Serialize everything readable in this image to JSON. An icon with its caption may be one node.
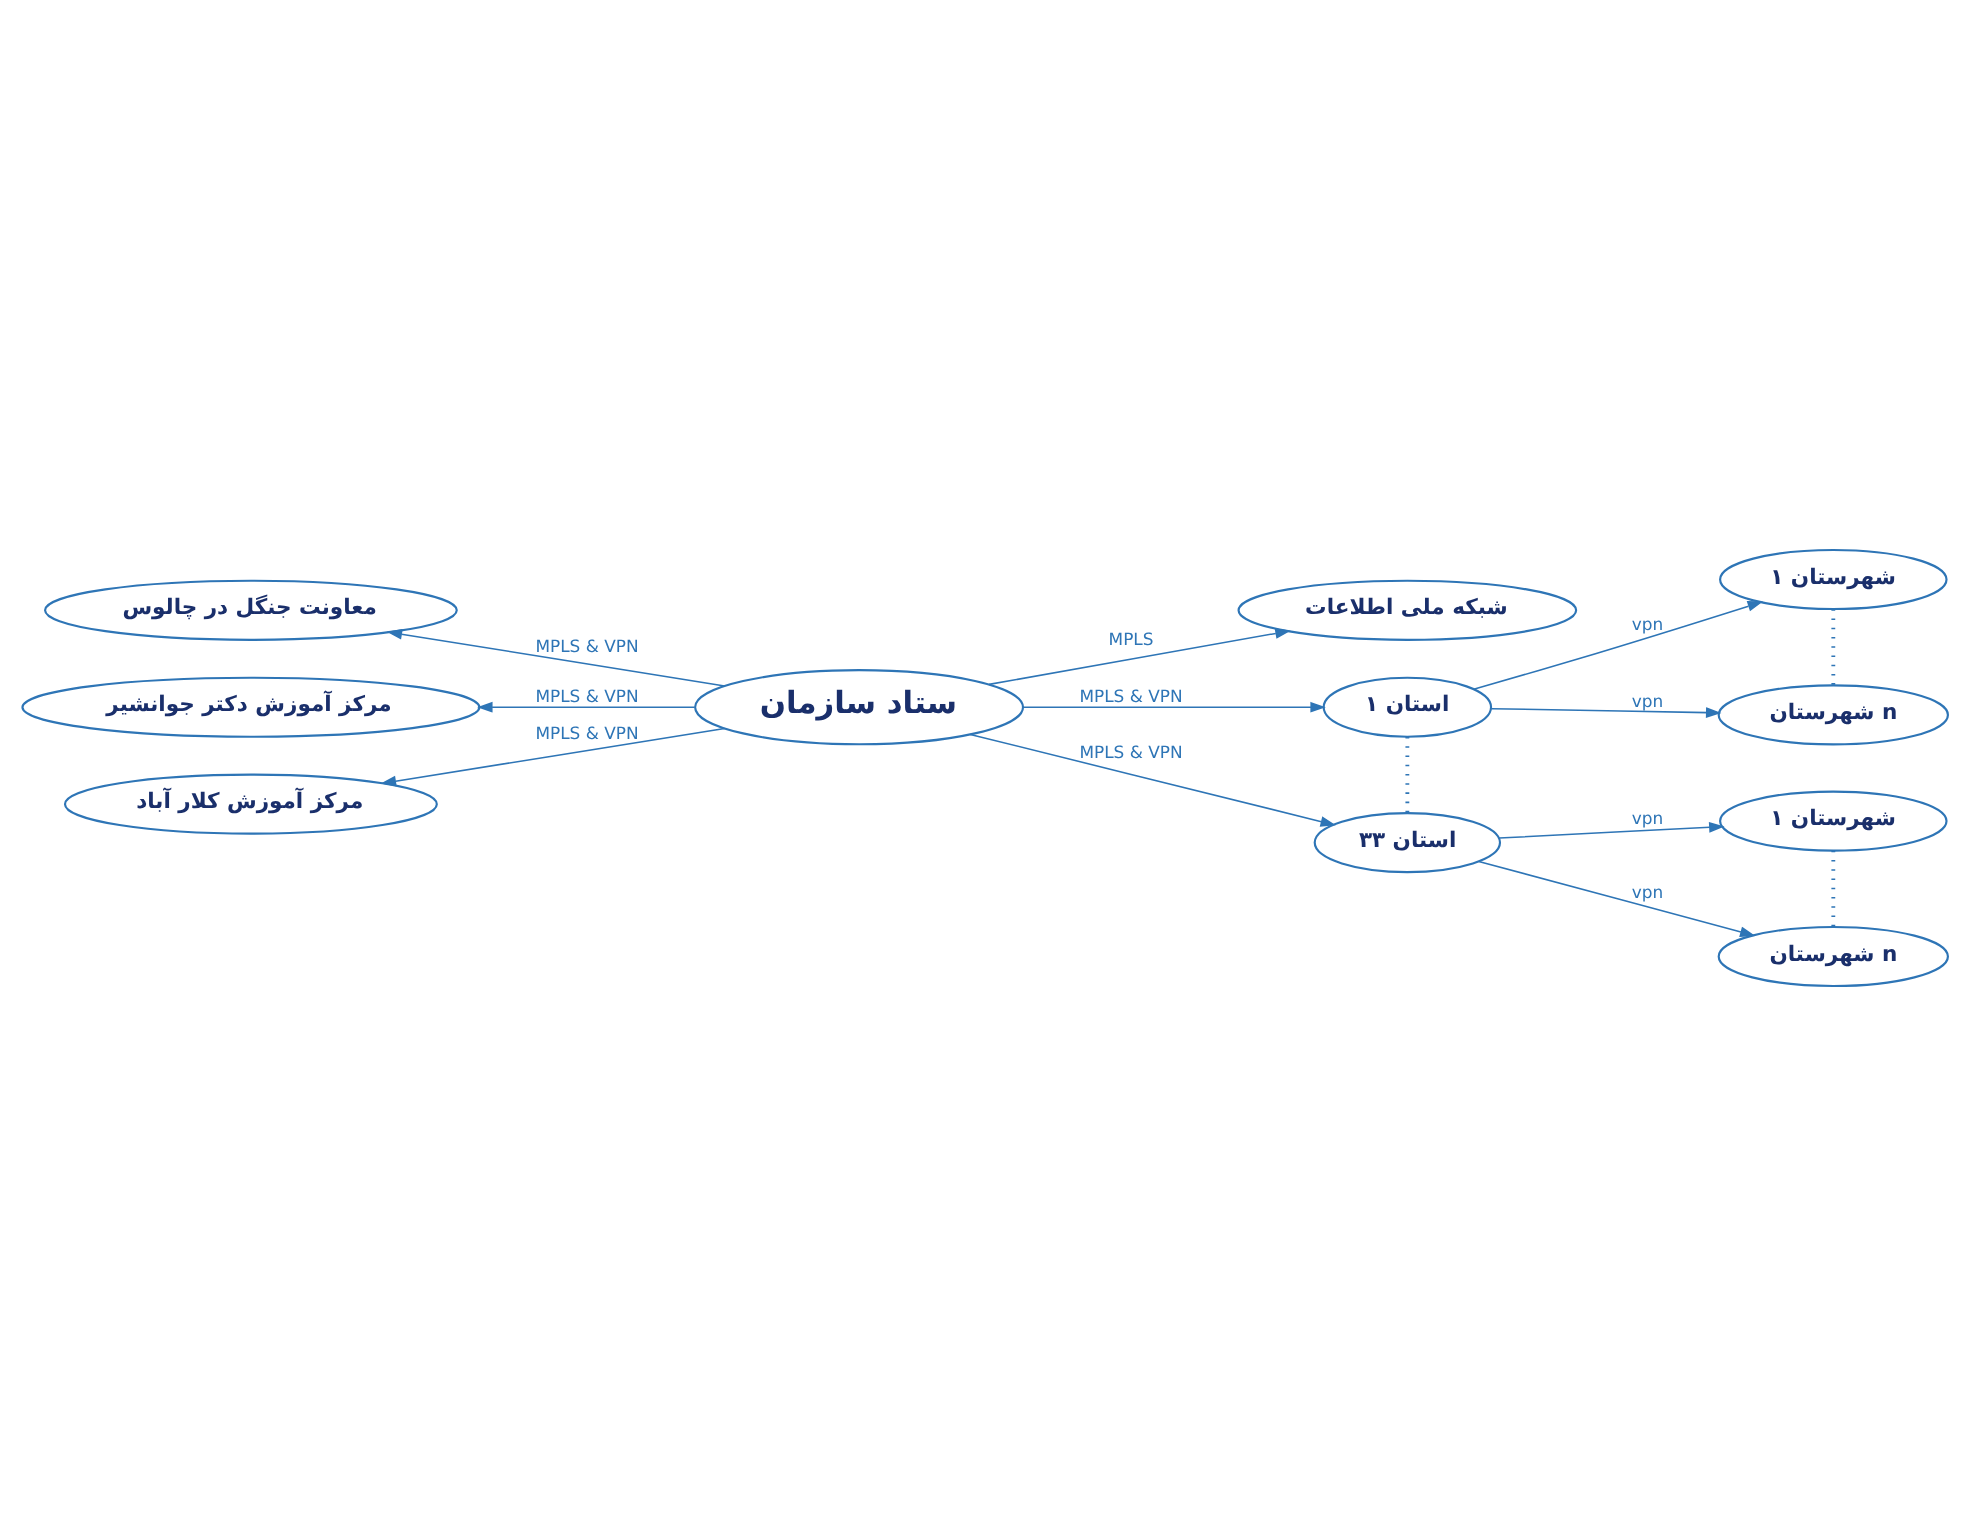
{
  "diagram": {
    "nodes": [
      {
        "text": [
          "شبکه ملی اطلاعات"
        ]
      },
      {
        "text": [
          "شهرستان ۱"
        ]
      },
      {
        "text": [
          "استان ۱"
        ]
      },
      {
        "text": [
          "معاونت جنگل در چالوس"
        ]
      },
      {
        "text": [
          "شهرستان n"
        ]
      },
      {
        "text": [
          "مرکز آموزش دکتر جوانشیر"
        ]
      },
      {
        "text": [
          "ستاد سازمان"
        ]
      },
      {
        "text": [
          "شهرستان ۱"
        ]
      },
      {
        "text": [
          "مرکز آموزش کلار آباد"
        ]
      },
      {
        "text": [
          "استان ۳۳"
        ]
      },
      {
        "text": [
          "شهرستان n"
        ]
      }
    ],
    "edges": [
      {
        "from": 6,
        "to": 0,
        "arrow": "to",
        "label": "MPLS"
      },
      {
        "from": 6,
        "to": 2,
        "arrow": "to",
        "label": "MPLS & VPN"
      },
      {
        "from": 6,
        "to": 3,
        "arrow": "to",
        "label": "MPLS & VPN"
      },
      {
        "from": 6,
        "to": 5,
        "arrow": "to",
        "label": "MPLS & VPN"
      },
      {
        "from": 6,
        "to": 8,
        "arrow": "to",
        "label": "MPLS & VPN"
      },
      {
        "from": 6,
        "to": 9,
        "arrow": "to",
        "label": "MPLS & VPN"
      },
      {
        "from": 2,
        "to": 1,
        "arrow": "to",
        "label": "vpn"
      },
      {
        "from": 2,
        "to": 4,
        "arrow": "to",
        "label": "vpn"
      },
      {
        "from": 9,
        "to": 7,
        "arrow": "to",
        "label": "vpn"
      },
      {
        "from": 9,
        "to": 10,
        "arrow": "to",
        "label": "vpn"
      },
      {
        "from": 2,
        "to": 9,
        "arrow": "none",
        "style": "dashed"
      },
      {
        "from": 1,
        "to": 4,
        "arrow": "none",
        "style": "dashed"
      },
      {
        "from": 7,
        "to": 10,
        "arrow": "none",
        "style": "dashed"
      }
    ]
  }
}
